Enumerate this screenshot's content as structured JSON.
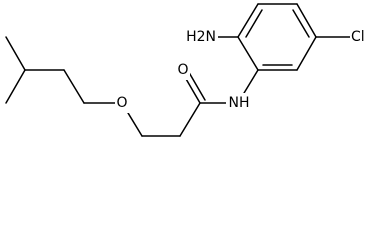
{
  "molecule": {
    "atoms": {
      "amino": "H2N",
      "amide_nitrogen": "NH",
      "carbonyl_oxygen": "O",
      "ether_oxygen": "O",
      "chlorine": "Cl"
    }
  }
}
